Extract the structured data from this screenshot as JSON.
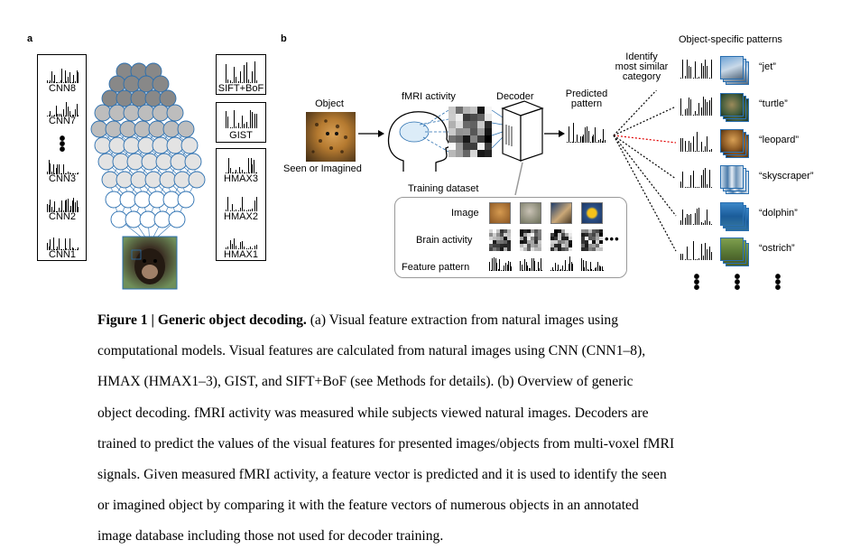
{
  "panel_a": {
    "letter": "a",
    "cnn_labels": [
      "CNN8",
      "CNN7",
      "CNN3",
      "CNN2",
      "CNN1"
    ],
    "right_labels": [
      "SIFT+BoF",
      "GIST",
      "HMAX3",
      "HMAX2",
      "HMAX1"
    ]
  },
  "panel_b": {
    "letter": "b",
    "object_label": "Object",
    "seen_label": "Seen or Imagined",
    "fmri_label": "fMRI activity",
    "decoder_label": "Decoder",
    "predicted_label": "Predicted\npattern",
    "identify_label": "Identify\nmost similar\ncategory",
    "patterns_header": "Object-specific patterns",
    "categories": [
      "“jet”",
      "“turtle”",
      "“leopard”",
      "“skyscraper”",
      "“dolphin”",
      "“ostrich”"
    ],
    "training_title": "Training dataset",
    "training_rows": [
      "Image",
      "Brain activity",
      "Feature pattern"
    ],
    "dots": "•••"
  },
  "caption": {
    "line1_bold": "Figure 1 | Generic object decoding.",
    "line1_rest": " (a) Visual feature extraction from natural images using",
    "line2": "computational models. Visual features are calculated from natural images using CNN (CNN1–8),",
    "line3": "HMAX (HMAX1–3), GIST, and SIFT+BoF (see Methods for details). (b) Overview of generic",
    "line4": "object decoding. fMRI activity was measured while subjects viewed natural images. Decoders are",
    "line5": "trained to predict the values of the visual features for presented images/objects from multi-voxel fMRI",
    "line6": "signals. Given measured fMRI activity, a feature vector is predicted and it is used to identify the seen",
    "line7": "or imagined object by comparing it with the feature vectors of numerous objects in an annotated",
    "line8": "image database including those not used for decoder training."
  },
  "colors": {
    "red_line": "#e00000",
    "blue_line": "#2a6fb0",
    "dark_node": "#888888",
    "mid_node": "#bdbdbd",
    "light_node": "#e3e3e3"
  }
}
